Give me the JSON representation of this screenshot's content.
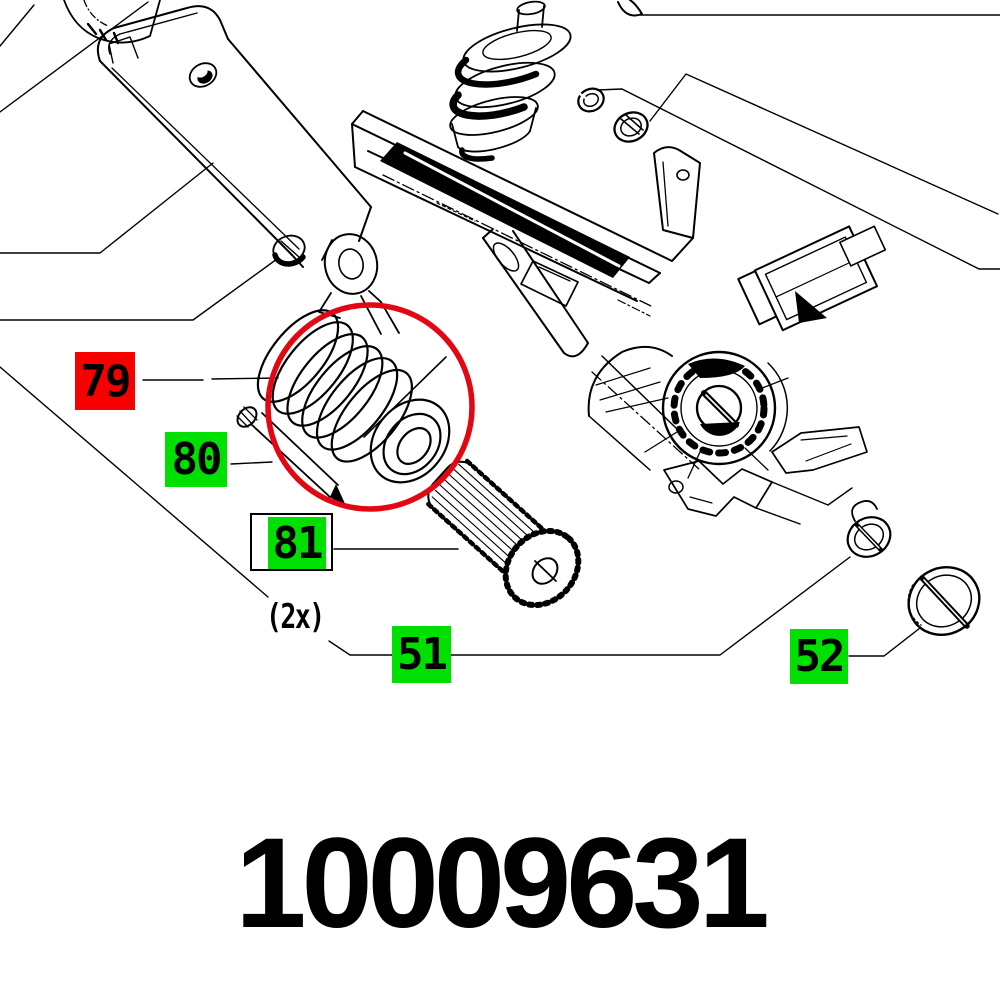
{
  "diagram": {
    "part_number": "10009631",
    "quantity_note": "(2x)",
    "callouts": [
      {
        "label": "79",
        "style": "red",
        "highlighted": true
      },
      {
        "label": "80",
        "style": "green",
        "highlighted": false
      },
      {
        "label": "81",
        "style": "green-framed",
        "highlighted": false
      },
      {
        "label": "51",
        "style": "green",
        "highlighted": false
      },
      {
        "label": "52",
        "style": "green",
        "highlighted": false
      }
    ],
    "colors": {
      "callout_green": "#00e000",
      "callout_red": "#f90000",
      "highlight_red": "#e30613",
      "line": "#000000",
      "background": "#ffffff",
      "text": "#000000"
    }
  }
}
